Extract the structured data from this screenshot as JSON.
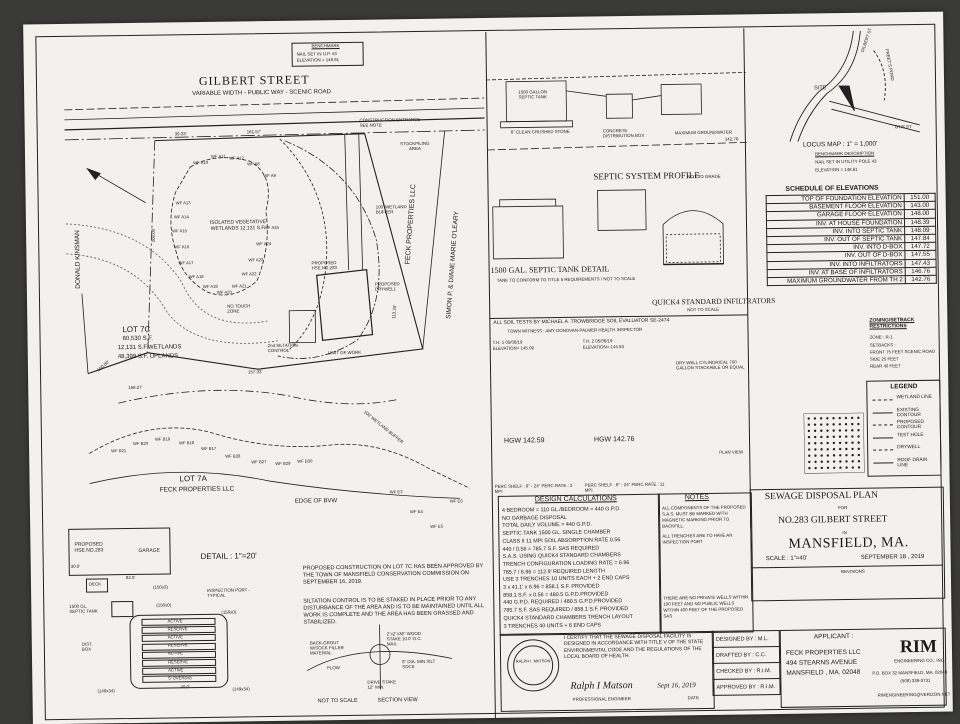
{
  "site": {
    "benchmark_title": "BENCHMARK",
    "benchmark_l1": "NAIL SET IN U.P. 43",
    "benchmark_l2": "ELEVATION = 148.61",
    "street_name": "GILBERT STREET",
    "street_sub": "VARIABLE WIDTH - PUBLIC WAY - SCENIC ROAD",
    "construction_entrance": "CONSTRUCTION ENTRANCE - SEE NOTE",
    "stockpiling": "STOCKPILING AREA",
    "wetland_buffer": "100' WETLAND BUFFER",
    "isolated_wetland": "ISOLATED VEGETATIVE WETLANDS 12,131 S.F.",
    "proposed_house": "PROPOSED HSE.NO.283",
    "proposed_drywell": "PROPOSED DRYWELL",
    "limit_of_work": "LIMIT OF WORK",
    "lot7c_title": "LOT 7C",
    "lot7c_area": "60,530 S.F.",
    "lot7c_wet": "12,131 S.F.WETLANDS",
    "lot7c_up": "48,399 S.F. UPLANDS",
    "lot7a_title": "LOT 7A",
    "lot7a_owner": "FECK PROPERTIES LLC",
    "feck_vertical": "FECK PROPERTIES LLC",
    "oleary": "SIMON P. & DIANE MARIE O'LEARY",
    "kinsman": "DONALD KINSMAN",
    "silt": "2nd SILTATION CONTROL",
    "edge_bvw": "EDGE OF BVW",
    "buffer_label": "100' WETLAND BUFFER",
    "no_touch": "NO TOUCH ZONE",
    "dim_1": "39.33'",
    "dim_2": "161.57'",
    "dim_3": "157.33'",
    "dim_4": "158.27'",
    "dim_5": "150.00'",
    "dim_6": "200.00'",
    "dim_7": "113.20'",
    "wf_labels": [
      "WF A13",
      "WF A14",
      "WF A15",
      "WF A16",
      "WF A17",
      "WF A18",
      "WF A19",
      "WF A20",
      "WF A21",
      "WF A22",
      "WF A23",
      "WF A24",
      "WF A25",
      "WF A10",
      "WF A11",
      "WF A12",
      "WF A8",
      "WF A9",
      "WF B21",
      "WF B20",
      "WF B19",
      "WF B18",
      "WF B17",
      "WF B28",
      "WF B27",
      "WF B29",
      "WF B30",
      "WF E3",
      "WF E4",
      "WF E5",
      "WF E6"
    ]
  },
  "detail": {
    "title": "DETAIL : 1\"=20'",
    "proposed": "PROPOSED HSE.NO.283",
    "garage": "GARAGE",
    "deck": "DECK",
    "tank": "1500 GL. SEPTIC TANK",
    "dbox": "DIST. BOX",
    "inspection": "INSPECTION PORT - TYPICAL",
    "dims": [
      "(150x3)",
      "(150x0)",
      "(150x0)",
      "(149x34)",
      "(149x34)",
      "40.0'",
      "82.0'",
      "30.0'"
    ],
    "rows": [
      "ACTIVE",
      "RESERVE",
      "ACTIVE",
      "RESERVE",
      "ACTIVE",
      "RESERVE",
      "ACTIVE",
      "5' OVERDIG"
    ]
  },
  "notes": {
    "construction": "PROPOSED CONSTRUCTION ON LOT 7C HAS BEEN APPROVED BY THE TOWN OF MANSFIELD CONSERVATION COMMISSION ON SEPTEMBER 16, 2019.",
    "siltation": "SILTATION CONTROL IS TO BE STAKED IN PLACE PRIOR TO ANY DISTURBANCE OF THE AREA AND IS TO BE MAINTAINED UNTIL ALL WORK IS COMPLETE AND THE AREA HAS BEEN GRASSED AND STABILIZED.",
    "section": "SECTION VIEW",
    "not_to_scale": "NOT TO SCALE",
    "backgrout": "BACK-GROUT W/SOCK FILLER MATERIAL",
    "stake": "2\"x2\"x36\" WOOD STAKE 10.0' O.C. MAX.",
    "flow": "FLOW",
    "drive_stake": "DRIVE STAKE 12\" MIN.",
    "min_embed": "8\" DIA. MIN SILT SOCK"
  },
  "septic": {
    "profile_title": "SEPTIC SYSTEM PROFILE",
    "profile_nts": "NOT TO GRADE",
    "tank_title": "1500 GAL. SEPTIC TANK DETAIL",
    "tank_nts": "TANK TO CONFORM TO TITLE 5 REQUIREMENTS / NOT TO SCALE",
    "infiltrators_title": "QUICK4 STANDARD INFILTRATORS",
    "infiltrators_nts": "NOT TO SCALE",
    "tank_label": "1500 GALLON SEPTIC TANK",
    "clean_stone": "6\" CLEAN CRUSHED STONE",
    "dbox_label": "CONCRETE DISTRIBUTION BOX",
    "max_gw": "MAXIMUM GROUNDWATER",
    "gw_elev": "142.76",
    "soil_tests": "ALL SOIL TESTS BY MICHAEL A. TROWBRIDGE  SOIL EVALUATOR SE-2474",
    "town_witness": "TOWN WITNESS : AMY DONOVAN-PALMER HEALTH INSPECTOR",
    "tp1": "T.H. 1 05/06/19",
    "tp1_elev": "ELEVATION= 145.09",
    "tp2": "T.H. 2 05/06/19",
    "tp2_elev": "ELEVATION= 144.53",
    "hgw1": "HGW 142.59",
    "hgw2": "HGW 142.76",
    "perc1": "PERC SHELF : 8\" - 24\" PERC RATE : 2 MPI",
    "perc2": "PERC SHELF : 8\" - 24\" PERC RATE : 11 MPI",
    "plan_view": "PLAN VIEW",
    "drywell_note": "DRY WELL CYLINDRICAL 700 GALLON STACKABLE OR EQUAL"
  },
  "elevations": {
    "title": "SCHEDULE OF ELEVATIONS",
    "rows": [
      [
        "TOP OF FOUNDATION ELEVATION",
        "151.00"
      ],
      [
        "BASEMENT FLOOR ELEVATION",
        "143.00"
      ],
      [
        "GARAGE FLOOR ELEVATION",
        "148.00"
      ],
      [
        "INV. AT HOUSE FOUNDATION",
        "148.39"
      ],
      [
        "INV. INTO SEPTIC TANK",
        "148.09"
      ],
      [
        "INV. OUT OF SEPTIC TANK",
        "147.84"
      ],
      [
        "INV. INTO D-BOX",
        "147.72"
      ],
      [
        "INV. OUT OF D-BOX",
        "147.55"
      ],
      [
        "INV. INTO INFILTRATORS",
        "147.43"
      ],
      [
        "INV. AT BASE OF INFILTRATORS",
        "146.76"
      ],
      [
        "MAXIMUM GROUNDWATER FROM TH 2",
        "142.76"
      ]
    ]
  },
  "locus": {
    "title": "LOCUS MAP : 1\" = 1,000'",
    "bench_title": "BENCHMARK DESCRIPTION",
    "bench_l1": "NAIL SET IN UTILITY POLE 43",
    "bench_l2": "ELEVATION = 148.61",
    "site": "SITE",
    "st1": "GILBERT ST",
    "st2": "OTIS ST",
    "st3": "FREET'S POND"
  },
  "zoning": {
    "title": "ZONING/SETBACK RESTRICTIONS",
    "l1": "ZONE : R-1",
    "l2": "SETBACKS :",
    "l3": "FRONT 75 FEET SCENIC ROAD",
    "l4": "SIDE 25 FEET",
    "l5": "REAR 40 FEET"
  },
  "legend": {
    "title": "LEGEND",
    "items": [
      "WETLAND LINE",
      "EXISTING CONTOUR",
      "PROPOSED CONTOUR",
      "TEST HOLE",
      "DRYWELL",
      "ROOF DRAIN LINE"
    ]
  },
  "design": {
    "title": "DESIGN CALCULATIONS",
    "lines": [
      "4 BEDROOM = 110 GL./BEDROOM = 440 G.P.D.",
      "NO GARBAGE DISPOSAL",
      "TOTAL DAILY VOLUME = 440 G.P.D.",
      "SEPTIC TANK 1500 GL. SINGLE CHAMBER",
      "CLASS II 11 MPI SOIL ABSORPTION RATE 0.56",
      "440 / 0.56 = 785.7 S.F. SAS REQUIRED",
      "S.A.S. USING QUICK4 STANDARD CHAMBERS",
      "TRENCH CONFIGURATION LOADING RATE = 6.96",
      "785.7 / 6.96 = 112.9' REQUIRED LENGTH",
      "USE 3 TRENCHES 10 UNITS EACH + 2 END CAPS",
      "3 x 41.1' x 6.96 = 858.1 S.F. PROVIDED",
      "858.1 S.F. x 0.56 = 480.5 G.P.D.PROVIDED",
      "440 G.P.D. REQUIRED / 480.5 G.P.D.PROVIDED",
      "785.7 S.F. SAS REQUIRED / 858.1 S.F. PROVIDED",
      "QUICK4 STANDARD CHAMBERS TRENCH LAYOUT",
      "3 TRENCHES 40 UNITS + 6 END CAPS"
    ]
  },
  "notes_box": {
    "title": "NOTES",
    "l1": "ALL COMPONENTS OF THE PROPOSED S.A.S. MUST BE MARKED WITH MAGNETIC MARKING PRIOR TO BACKFILL.",
    "l2": "ALL TRENCHES ARE TO HAVE AN INSPECTION PORT",
    "l3": "THERE ARE NO PRIVATE WELLS WITHIN 100 FEET AND NO PUBLIC WELLS WITHIN 400 FEET OF THE PROPOSED SAS"
  },
  "title_block": {
    "title": "SEWAGE DISPOSAL PLAN",
    "for": "FOR",
    "address": "NO.283 GILBERT STREET",
    "in": "IN",
    "town": "MANSFIELD, MA.",
    "scale": "SCALE : 1\"=40'",
    "date": "SEPTEMBER 18 , 2019",
    "revisions": "REVISIONS",
    "applicant_label": "APPLICANT :",
    "applicant_name": "FECK PROPERTIES LLC",
    "applicant_addr": "494 STEARNS AVENUE",
    "applicant_city": "MANSFIELD , MA. 02048",
    "firm_logo": "RIM",
    "firm_name": "ENGINEERING CO., INC.",
    "firm_addr": "P.O. BOX 32  MANSFIELD, MA. 02048",
    "firm_phone": "(508) 339-3731",
    "firm_email": "RIMENGINEERING@VERIZON.NET",
    "designed_by": "DESIGNED BY : M.L.",
    "drafted_by": "DRAFTED BY : C.C.",
    "checked_by": "CHECKED BY : R.I.M.",
    "approved_by": "APPROVED BY : R.I.M.",
    "certify": "I CERTIFY THAT THE SEWAGE DISPOSAL FACILITY IS DESIGNED IN ACCORDANCE WITH TITLE V OF THE STATE ENVIRONMENTAL CODE AND THE REGULATIONS OF THE LOCAL BOARD OF HEALTH.",
    "pe_label": "PROFESSIONAL ENGINEER",
    "date_label": "DATE",
    "seal_name": "RALPH I. MATSON",
    "seal_text": "COMMONWEALTH OF MASSACHUSETTS REGISTERED PROFESSIONAL ENGINEER",
    "signature": "Ralph I Matson",
    "sign_date": "Sept 16, 2019"
  }
}
